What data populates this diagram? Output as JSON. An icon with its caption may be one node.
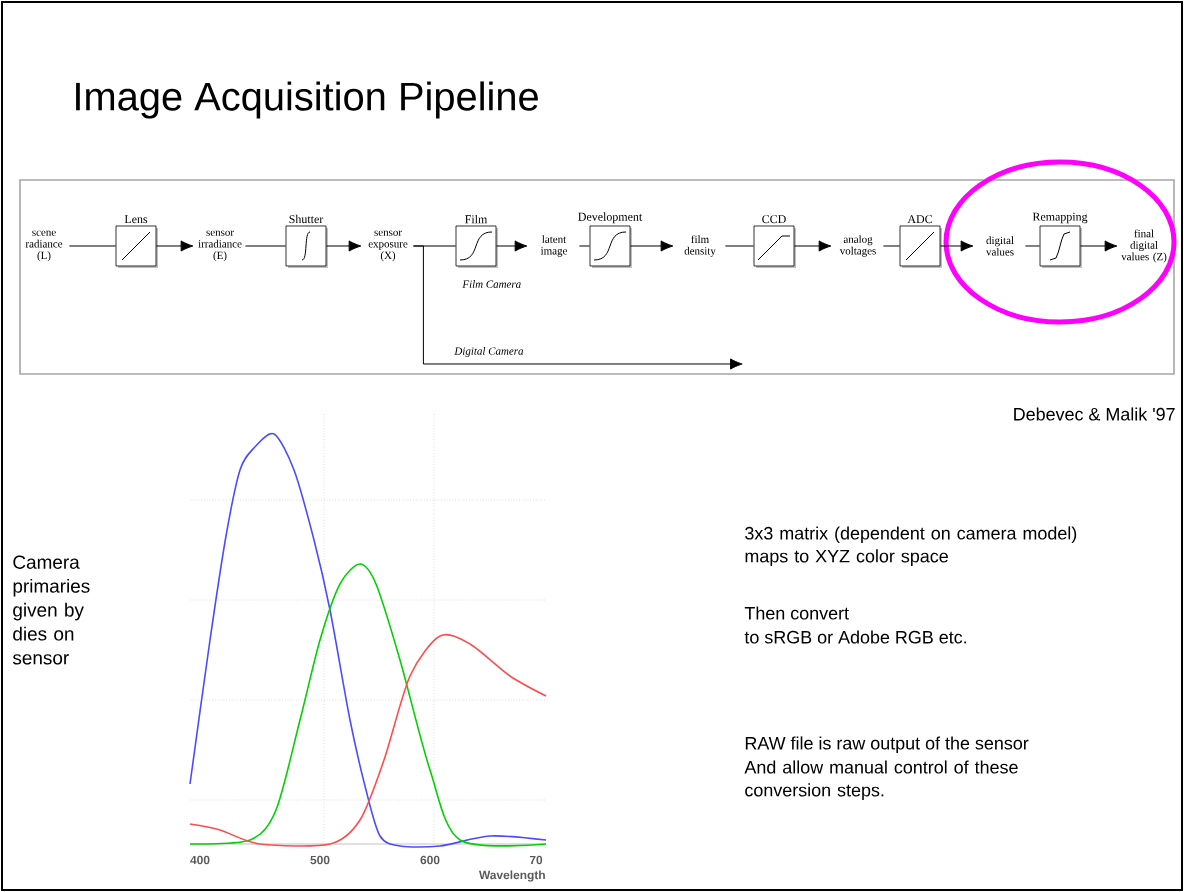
{
  "diagram": {
    "title": "Image Acquisition Pipeline",
    "nodes": [
      {
        "text": [
          "scene radiance (L)"
        ]
      },
      {
        "text": [
          "Lens"
        ]
      },
      {
        "text": [
          "sensor irradiance (E)"
        ]
      },
      {
        "text": [
          "Shutter"
        ]
      },
      {
        "text": [
          "sensor exposure (X)"
        ]
      },
      {
        "text": [
          "Film"
        ],
        "beside": [
          "Film Camera"
        ]
      },
      {
        "text": [
          "latent image"
        ]
      },
      {
        "text": [
          "Development"
        ]
      },
      {
        "text": [
          "film density"
        ]
      },
      {
        "text": [
          "CCD"
        ]
      },
      {
        "text": [
          "analog voltages"
        ]
      },
      {
        "text": [
          "ADC"
        ]
      },
      {
        "text": [
          "digital values"
        ]
      },
      {
        "text": [
          "Remapping"
        ]
      },
      {
        "text": [
          "final digital values (Z)"
        ]
      }
    ],
    "edges": [
      {
        "from": 0,
        "to": 1,
        "arrow": "none"
      },
      {
        "from": 1,
        "to": 2,
        "arrow": "to"
      },
      {
        "from": 2,
        "to": 3,
        "arrow": "none"
      },
      {
        "from": 3,
        "to": 4,
        "arrow": "to"
      },
      {
        "from": 4,
        "to": 5,
        "arrow": "none"
      },
      {
        "from": 5,
        "to": 6,
        "arrow": "to"
      },
      {
        "from": 6,
        "to": 7,
        "arrow": "none"
      },
      {
        "from": 7,
        "to": 8,
        "arrow": "to"
      },
      {
        "from": 8,
        "to": 9,
        "arrow": "none"
      },
      {
        "from": 9,
        "to": 10,
        "arrow": "to"
      },
      {
        "from": 10,
        "to": 11,
        "arrow": "none"
      },
      {
        "from": 11,
        "to": 12,
        "arrow": "to"
      },
      {
        "from": 12,
        "to": 13,
        "arrow": "none"
      },
      {
        "from": 13,
        "to": 14,
        "arrow": "to"
      },
      {
        "from": 4,
        "to": null,
        "arrow": "to",
        "label": "Digital Camera"
      }
    ],
    "labels": [
      "Debevec & Malik '97",
      "Camera primaries given by dies on sensor",
      "3x3 matrix (dependent on camera model) maps to XYZ color space",
      "Then convert",
      "to sRGB or Adobe RGB etc.",
      "RAW file is raw output of the sensor",
      "And allow manual control of these conversion steps.",
      "400",
      "500",
      "600",
      "70",
      "Wavelength"
    ]
  }
}
